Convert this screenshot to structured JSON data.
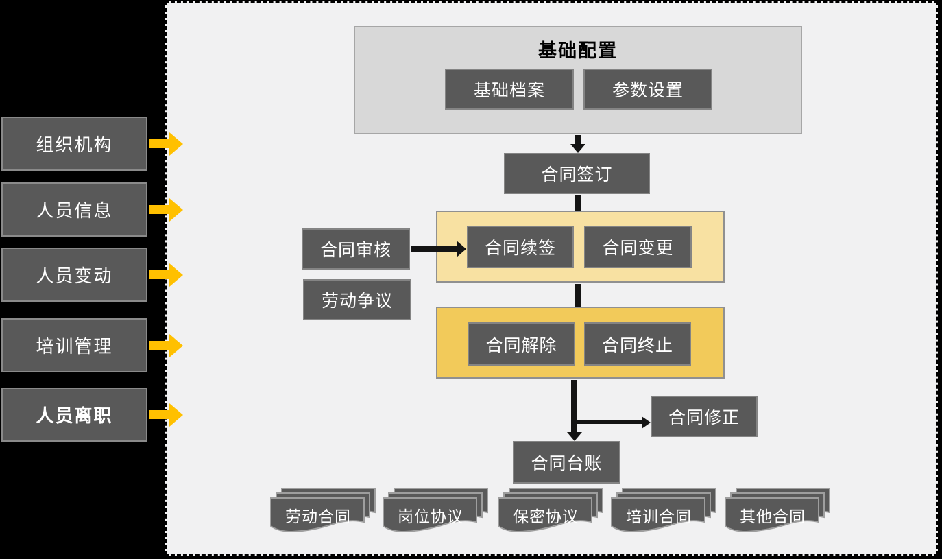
{
  "sidebar": {
    "items": [
      {
        "label": "组织机构",
        "bold": false
      },
      {
        "label": "人员信息",
        "bold": false
      },
      {
        "label": "人员变动",
        "bold": false
      },
      {
        "label": "培训管理",
        "bold": false
      },
      {
        "label": "人员离职",
        "bold": true
      }
    ]
  },
  "flow": {
    "config_group": {
      "title": "基础配置",
      "children": [
        "基础档案",
        "参数设置"
      ]
    },
    "signing": "合同签订",
    "review": "合同审核",
    "dispute": "劳动争议",
    "renewal_group": {
      "children": [
        "合同续签",
        "合同变更"
      ]
    },
    "termination_group": {
      "children": [
        "合同解除",
        "合同终止"
      ]
    },
    "correction": "合同修正",
    "ledger": "合同台账",
    "ledger_types": [
      "劳动合同",
      "岗位协议",
      "保密协议",
      "培训合同",
      "其他合同"
    ]
  },
  "colors": {
    "sidebar_arrow": "#FFC000",
    "panel_bg": "#F1F1F2",
    "dark_box": "#595959",
    "config_group_bg": "#D8D8D8",
    "renewal_group_bg": "#F8E1A2",
    "termination_group_bg": "#F2CA5A",
    "flow_arrow": "#141414"
  }
}
